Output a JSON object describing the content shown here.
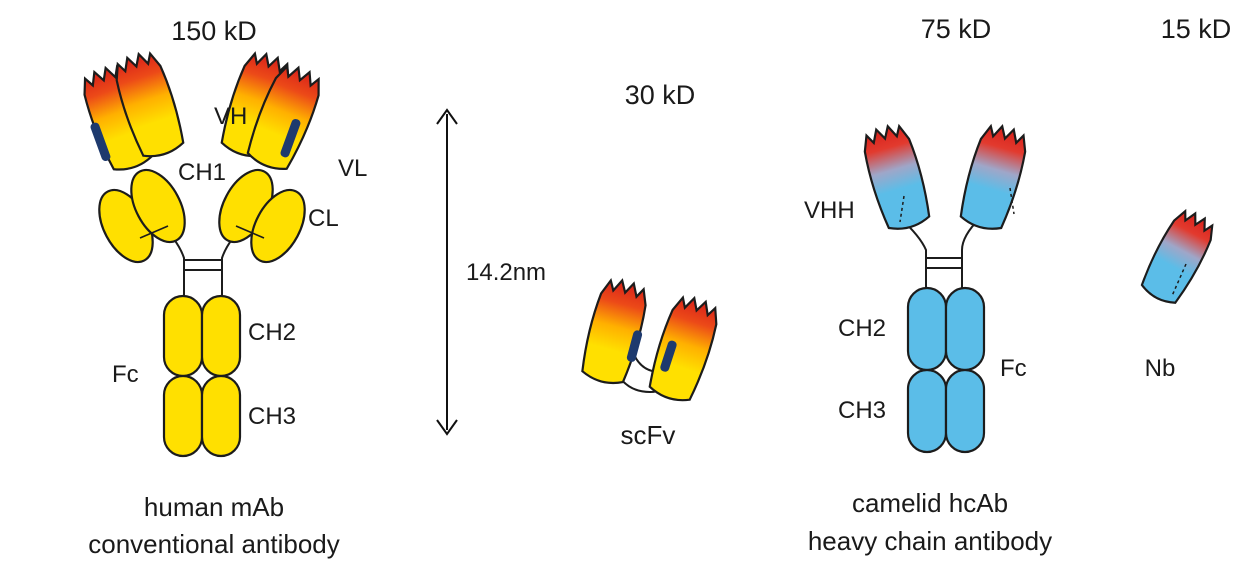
{
  "weights": {
    "mab": "150 kD",
    "scfv": "30 kD",
    "hcab": "75 kD",
    "nb": "15 kD"
  },
  "human_mab": {
    "labels": {
      "vh": "VH",
      "vl": "VL",
      "ch1": "CH1",
      "cl": "CL",
      "ch2": "CH2",
      "ch3": "CH3",
      "fc": "Fc"
    },
    "caption_line1": "human mAb",
    "caption_line2": "conventional antibody"
  },
  "scale": {
    "size_label": "14.2nm"
  },
  "scfv": {
    "label": "scFv"
  },
  "camelid_hcab": {
    "labels": {
      "vhh": "VHH",
      "ch2": "CH2",
      "ch3": "CH3",
      "fc": "Fc"
    },
    "caption_line1": "camelid hcAb",
    "caption_line2": "heavy chain antibody"
  },
  "nanobody": {
    "label": "Nb"
  },
  "colors": {
    "conventional_domain": "#ffe000",
    "camelid_domain": "#5bbde8",
    "antigen_binding_tip": "#d8201a",
    "vh_vl_interface": "#1e3a6e"
  }
}
